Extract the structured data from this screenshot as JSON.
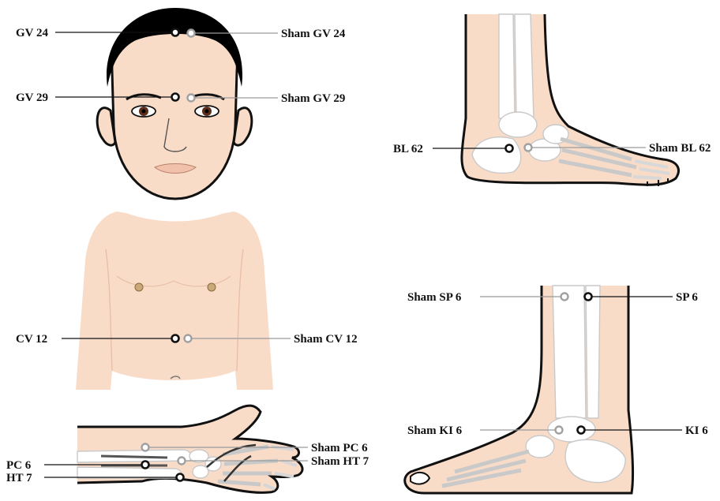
{
  "points": {
    "gv24": "GV 24",
    "sham_gv24": "Sham GV 24",
    "gv29": "GV 29",
    "sham_gv29": "Sham GV 29",
    "cv12": "CV 12",
    "sham_cv12": "Sham CV 12",
    "pc6": "PC 6",
    "sham_pc6": "Sham PC 6",
    "ht7": "HT 7",
    "sham_ht7": "Sham HT 7",
    "bl62": "BL 62",
    "sham_bl62": "Sham BL 62",
    "sp6": "SP 6",
    "sham_sp6": "Sham SP 6",
    "ki6": "KI 6",
    "sham_ki6": "Sham KI 6"
  },
  "colors": {
    "skin": "#f9dcc8",
    "outline": "#111111",
    "real_point": "#111111",
    "sham_point": "#a0a0a0",
    "bone": "#ffffff"
  }
}
